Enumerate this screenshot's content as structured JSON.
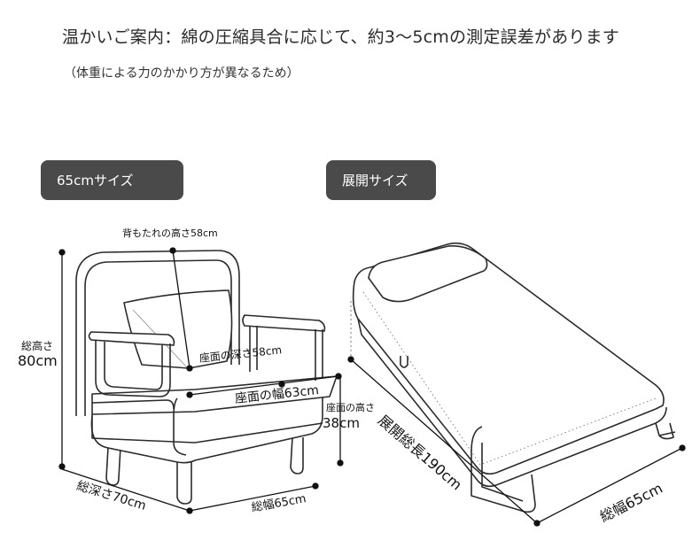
{
  "notice": {
    "title": "温かいご案内：綿の圧縮具合に応じて、約3～5cmの測定誤差があります",
    "subtitle": "（体重による力のかかり方が異なるため）"
  },
  "sections": {
    "chair_badge": "65cmサイズ",
    "bed_badge": "展開サイズ"
  },
  "chair_dimensions": {
    "backrest_height": "背もたれの高さ58cm",
    "total_height_label": "総高さ",
    "total_height_value": "80cm",
    "seat_depth": "座面の深さ58cm",
    "seat_width": "座面の幅63cm",
    "seat_height_label": "座面の高さ",
    "seat_height_value": "38cm",
    "total_depth": "総深さ70cm",
    "total_width": "総幅65cm"
  },
  "bed_dimensions": {
    "total_length": "展開総長190cm",
    "total_width": "総幅65cm"
  }
}
